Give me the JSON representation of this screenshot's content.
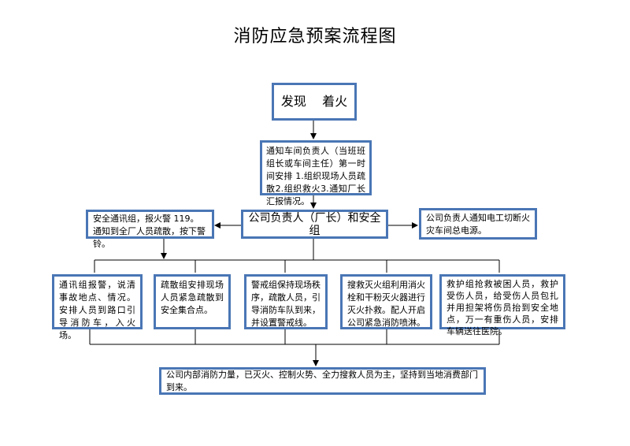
{
  "title": "消防应急预案流程图",
  "colors": {
    "box_border": "#4a76b5",
    "line": "#000000"
  },
  "nodes": {
    "discover": "发现    着火",
    "notify": "通知车间负责人（当班班组长或车间主任）第一时间安排 1.组织现场人员疏散2.组织救火3.通知厂长汇报情况。",
    "company": "公司负责人（厂长）和安全组",
    "safety_comm": "安全通讯组，报火警 119。通知到全厂人员疏散，按下警铃。",
    "power_cut": "公司负责人通知电工切断火灾车间总电源。",
    "comm_team": "通讯组报警，说清事故地点、情况。安排人员到路口引导消防车，入火场。",
    "evac_team": "疏散组安排现场人员紧急疏散到安全集合点。",
    "guard_team": "警戒组保持现场秩序，疏散人员，引导消防车队到来，并设置警戒线。",
    "fire_team": "搜救灭火组利用消火栓和干粉灭火器进行灭火扑救。配人开启公司紧急消防喷淋。",
    "rescue_team": "救护组抢救被困人员，救护受伤人员，给受伤人员包扎并用担架将伤员抬到安全地点，万一有重伤人员，安排车辆送往医院。",
    "final": "公司内部消防力量，已灭火、控制火势、全力搜救人员为主，坚持到当地消费部门到来。"
  }
}
